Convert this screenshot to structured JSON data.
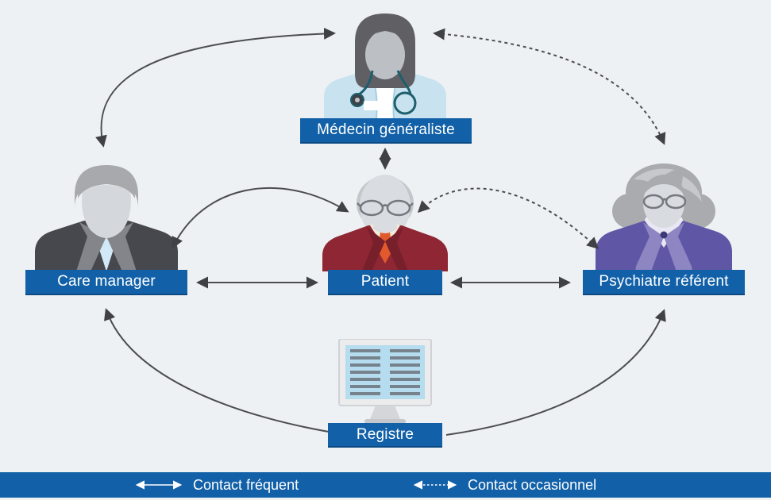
{
  "diagram": {
    "type": "collaborative-care-model",
    "background_color": "#eef1f4",
    "accent_blue": "#1261a8",
    "arrow_color": "#4b4d52"
  },
  "nodes": {
    "medecin": {
      "label": "Médecin généraliste",
      "figure": "female doctor with stethoscope"
    },
    "care_manager": {
      "label": "Care manager",
      "figure": "man in dark suit"
    },
    "patient": {
      "label": "Patient",
      "figure": "elderly man with glasses in dark red suit"
    },
    "psychiatre": {
      "label": "Psychiatre référent",
      "figure": "woman with glasses in purple jacket"
    },
    "registre": {
      "label": "Registre",
      "figure": "computer monitor with records"
    }
  },
  "edges": [
    {
      "from": "care_manager",
      "to": "medecin",
      "type": "frequent",
      "bidirectional": true,
      "style": "curved-solid"
    },
    {
      "from": "medecin",
      "to": "psychiatre",
      "type": "occasionnel",
      "bidirectional": true,
      "style": "curved-dashed"
    },
    {
      "from": "medecin",
      "to": "patient",
      "type": "frequent",
      "bidirectional": true,
      "style": "straight-solid"
    },
    {
      "from": "care_manager",
      "to": "patient",
      "type": "frequent",
      "bidirectional": true,
      "style": "curved-solid"
    },
    {
      "from": "care_manager",
      "to": "patient",
      "type": "frequent",
      "bidirectional": true,
      "style": "straight-solid"
    },
    {
      "from": "patient",
      "to": "psychiatre",
      "type": "occasionnel",
      "bidirectional": true,
      "style": "curved-dashed"
    },
    {
      "from": "patient",
      "to": "psychiatre",
      "type": "frequent",
      "bidirectional": true,
      "style": "straight-solid"
    },
    {
      "from": "registre",
      "to": "care_manager",
      "type": "frequent",
      "bidirectional": false,
      "style": "curved-solid"
    },
    {
      "from": "registre",
      "to": "psychiatre",
      "type": "frequent",
      "bidirectional": false,
      "style": "curved-solid"
    }
  ],
  "legend": {
    "frequent_label": "Contact fréquent",
    "occasionnel_label": "Contact occasionnel"
  }
}
